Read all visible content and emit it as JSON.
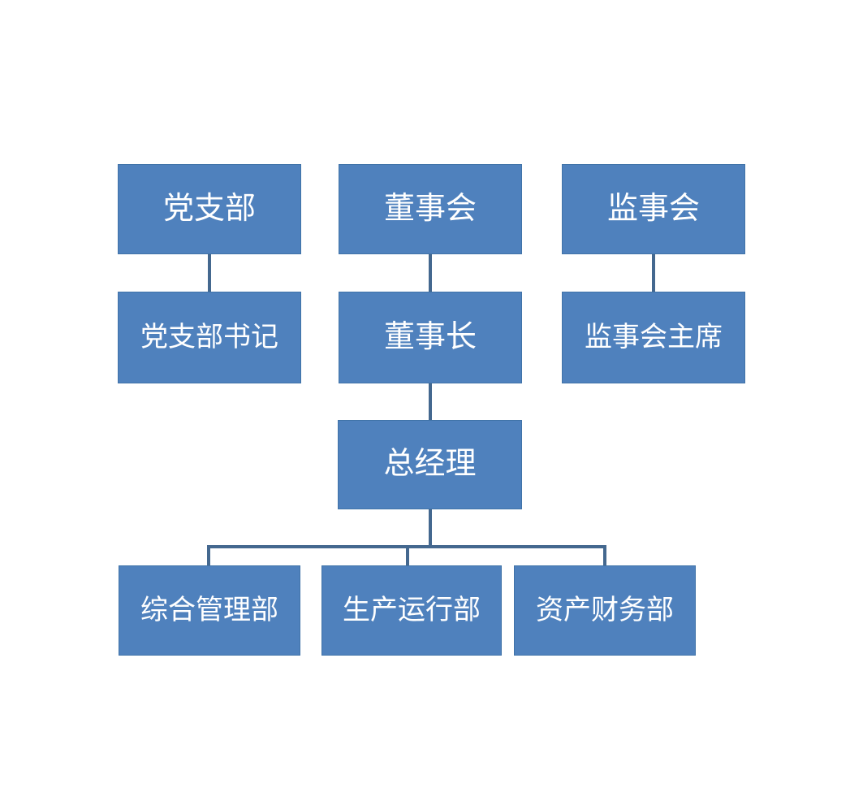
{
  "org_chart": {
    "type": "org-chart",
    "nodes": [
      {
        "id": "party-branch",
        "label": "党支部"
      },
      {
        "id": "board-of-directors",
        "label": "董事会"
      },
      {
        "id": "supervisory-board",
        "label": "监事会"
      },
      {
        "id": "party-branch-secretary",
        "label": "党支部书记"
      },
      {
        "id": "chairman",
        "label": "董事长"
      },
      {
        "id": "supervisory-board-chairman",
        "label": "监事会主席"
      },
      {
        "id": "general-manager",
        "label": "总经理"
      },
      {
        "id": "general-management-dept",
        "label": "综合管理部"
      },
      {
        "id": "production-operation-dept",
        "label": "生产运行部"
      },
      {
        "id": "asset-finance-dept",
        "label": "资产财务部"
      }
    ],
    "edges": [
      {
        "from": "党支部",
        "to": "党支部书记"
      },
      {
        "from": "董事会",
        "to": "董事长"
      },
      {
        "from": "监事会",
        "to": "监事会主席"
      },
      {
        "from": "董事长",
        "to": "总经理"
      },
      {
        "from": "总经理",
        "to": "综合管理部"
      },
      {
        "from": "总经理",
        "to": "生产运行部"
      },
      {
        "from": "总经理",
        "to": "资产财务部"
      }
    ]
  },
  "colors": {
    "node_fill": "#4f81bd",
    "node_border": "#4073a8",
    "node_text": "#ffffff",
    "connector": "#44688f",
    "page_bg": "#ffffff"
  }
}
